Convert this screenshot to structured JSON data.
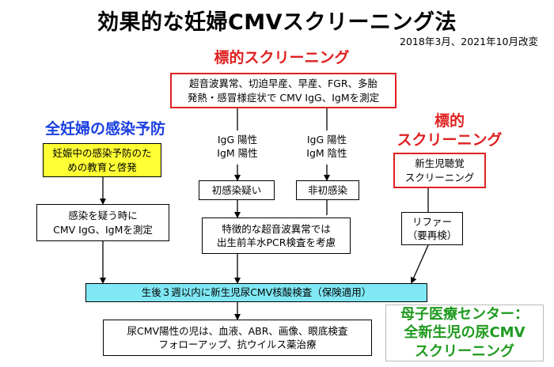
{
  "title": "効果的な妊婦CMVスクリーニング法",
  "revision_note": "2018年3月、2021年10月改変",
  "targeted_screening_top": {
    "heading": "標的スクリーニング",
    "criteria_box": "超音波異常、切迫早産、早産、FGR、多胎\n発熱・感冒様症状で CMV IgG、IgMを測定"
  },
  "prevention": {
    "heading": "全妊婦の感染予防",
    "education_box": "妊娠中の感染予防のた\nめの教育と啓発",
    "suspect_box": "感染を疑う時に\nCMV IgG、IgMを測定"
  },
  "branches": {
    "positive_label": "IgG 陽性\nIgM 陽性",
    "negative_label": "IgG 陽性\nIgM 陰性",
    "primary_suspected": "初感染疑い",
    "non_primary": "非初感染",
    "ultrasound_box": "特徴的な超音波異常では\n出生前羊水PCR検査を考慮"
  },
  "newborn_screening": {
    "heading": "標的\nスクリーニング",
    "hearing_box": "新生児聴覚\nスクリーニング",
    "refer_box": "リファー\n（要再検）"
  },
  "urine_test_box": "生後３週以内に新生児尿CMV核酸検査（保険適用）",
  "followup_box": "尿CMV陽性の児は、血液、ABR、画像、眼底検査\nフォローアップ、抗ウイルス薬治療",
  "maternal_center_note": "母子医療センター：\n全新生児の尿CMV\nスクリーニング",
  "colors": {
    "red": "#e02020",
    "blue": "#1a3fe0",
    "yellow": "#ffff33",
    "cyan": "#7fe8f4",
    "green": "#1e9a1e"
  }
}
